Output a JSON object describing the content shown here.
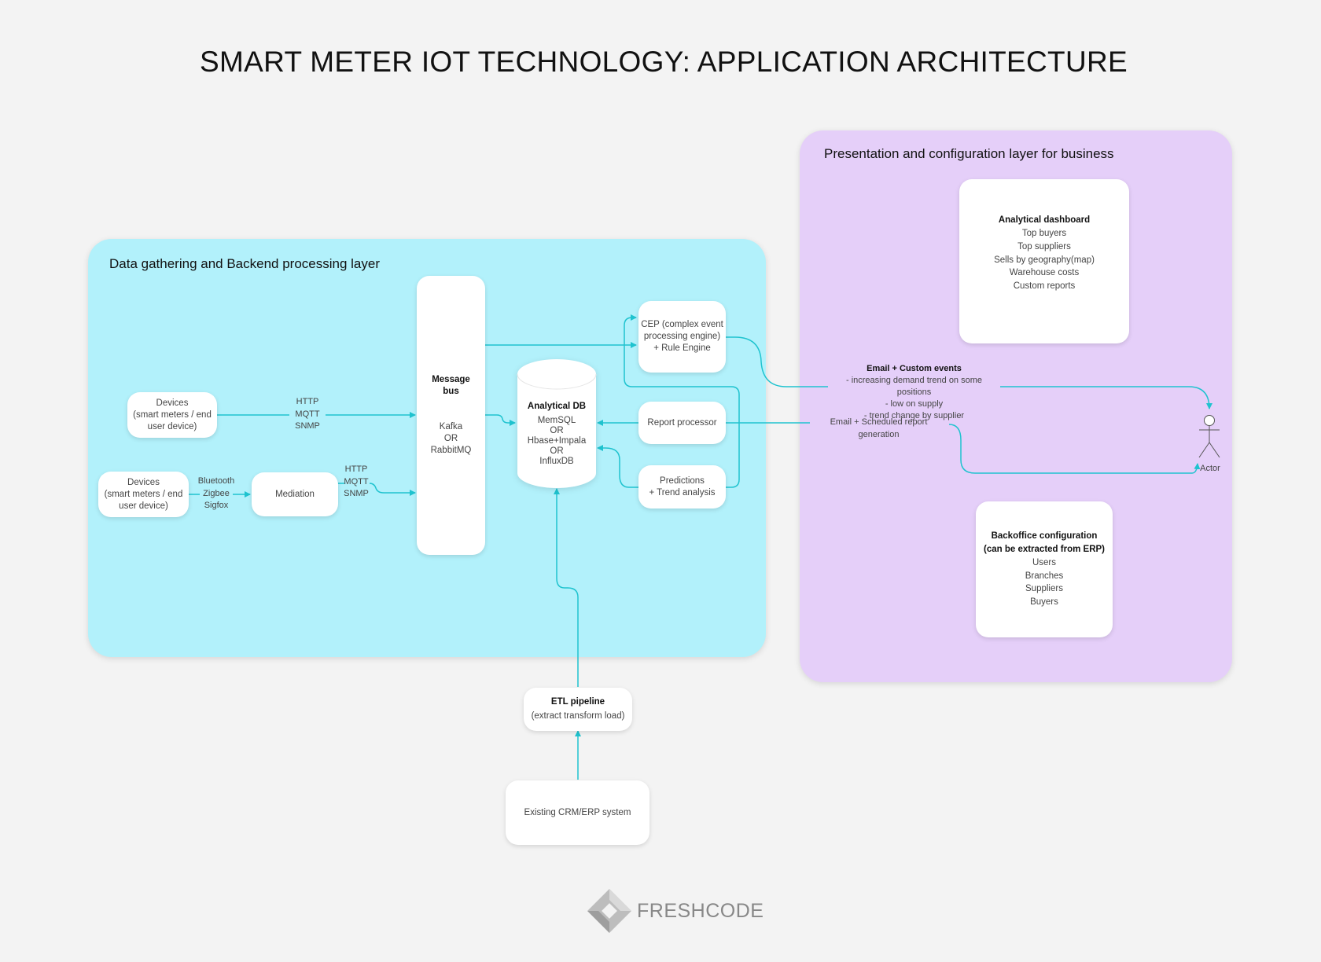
{
  "title": "SMART METER IOT TECHNOLOGY: APPLICATION ARCHITECTURE",
  "layers": {
    "backend": {
      "label": "Data gathering and Backend processing layer",
      "color": "#b2f1fb"
    },
    "presentation": {
      "label": "Presentation and configuration layer for business",
      "color": "#e5cff9"
    }
  },
  "accent_color": "#1fc3cf",
  "nodes": {
    "devices_1": {
      "lines": [
        "Devices",
        "(smart meters / end",
        "user device)"
      ]
    },
    "devices_2": {
      "lines": [
        "Devices",
        "(smart meters / end",
        "user device)"
      ]
    },
    "mediation": {
      "label": "Mediation"
    },
    "message_bus": {
      "title_lines": [
        "Message",
        "bus"
      ],
      "lines": [
        "Kafka",
        "OR",
        "RabbitMQ"
      ]
    },
    "analytical_db": {
      "title": "Analytical DB",
      "lines": [
        "MemSQL",
        "OR",
        "Hbase+Impala",
        "OR",
        "InfluxDB"
      ]
    },
    "cep": {
      "lines": [
        "CEP (complex event",
        "processing engine)",
        "+ Rule Engine"
      ]
    },
    "report_processor": {
      "label": "Report processor"
    },
    "predictions": {
      "lines": [
        "Predictions",
        "+ Trend analysis"
      ]
    },
    "etl": {
      "title": "ETL pipeline",
      "subtitle": "(extract transform load)"
    },
    "crm": {
      "label": "Existing CRM/ERP system"
    },
    "dashboard": {
      "title": "Analytical dashboard",
      "items": [
        "Top buyers",
        "Top suppliers",
        "Sells by geography(map)",
        "Warehouse costs",
        "Custom reports"
      ]
    },
    "backoffice": {
      "title_lines": [
        "Backoffice configuration",
        "(can be extracted from ERP)"
      ],
      "items": [
        "Users",
        "Branches",
        "Suppliers",
        "Buyers"
      ]
    },
    "actor": {
      "label": "Actor"
    }
  },
  "edge_labels": {
    "protocols_1": [
      "HTTP",
      "MQTT",
      "SNMP"
    ],
    "protocols_2": [
      "HTTP",
      "MQTT",
      "SNMP"
    ],
    "wireless": [
      "Bluetooth",
      "Zigbee",
      "Sigfox"
    ],
    "custom_events": {
      "title": "Email + Custom events",
      "items": [
        "- increasing demand trend on some positions",
        "- low on supply",
        "- trend change by supplier"
      ]
    },
    "scheduled_report": "Email + Scheduled report generation"
  },
  "logo": {
    "text": "FRESHCODE"
  }
}
